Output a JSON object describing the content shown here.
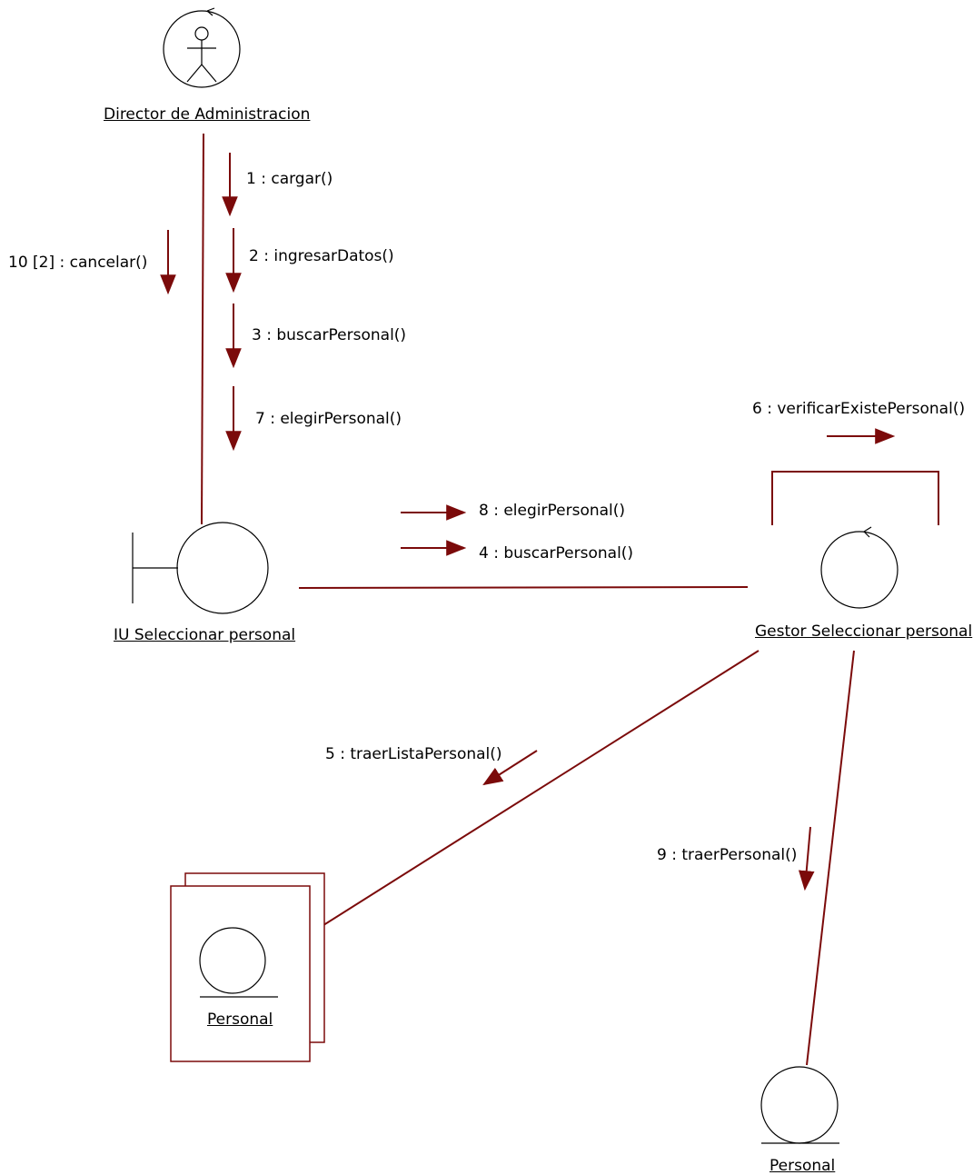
{
  "colors": {
    "link": "#7b0a0a",
    "outline": "#000000",
    "background": "#ffffff"
  },
  "objects": {
    "actor": {
      "name": "Director de Administracion",
      "kind": "actor-icon"
    },
    "boundary": {
      "name": "IU Seleccionar personal",
      "kind": "boundary-icon"
    },
    "control": {
      "name": "Gestor Seleccionar personal",
      "kind": "control-icon"
    },
    "entity_multi": {
      "name": "Personal",
      "kind": "entity-icon"
    },
    "entity": {
      "name": "Personal",
      "kind": "entity-icon"
    }
  },
  "messages": [
    {
      "text": "1 : cargar()"
    },
    {
      "text": "2 : ingresarDatos()"
    },
    {
      "text": "3 : buscarPersonal()"
    },
    {
      "text": "7 : elegirPersonal()"
    },
    {
      "text": "10 [2] : cancelar()"
    },
    {
      "text": "6 : verificarExistePersonal()"
    },
    {
      "text": "8 : elegirPersonal()"
    },
    {
      "text": "4 : buscarPersonal()"
    },
    {
      "text": "5 : traerListaPersonal()"
    },
    {
      "text": "9 : traerPersonal()"
    }
  ]
}
